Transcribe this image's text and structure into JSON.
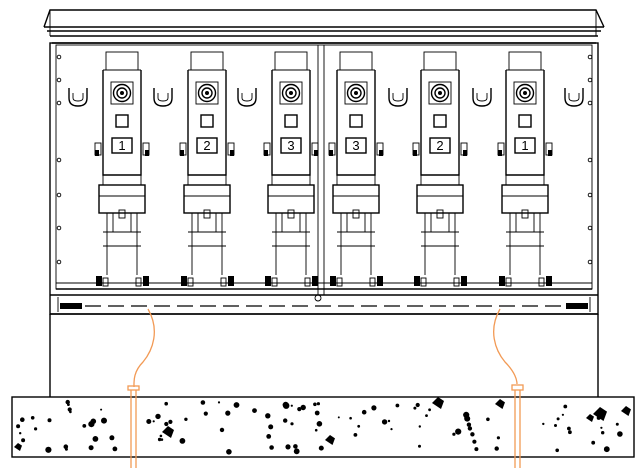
{
  "cabinet": {
    "phase_labels": [
      "1",
      "2",
      "3",
      "3",
      "2",
      "1"
    ],
    "module_count": 6
  },
  "colors": {
    "line": "#000000",
    "ground_conductor": "#f29a55",
    "background": "#ffffff"
  },
  "icons": [
    "bushing-icon",
    "cable-clamp-icon",
    "ground-rod-icon",
    "concrete-aggregate"
  ]
}
